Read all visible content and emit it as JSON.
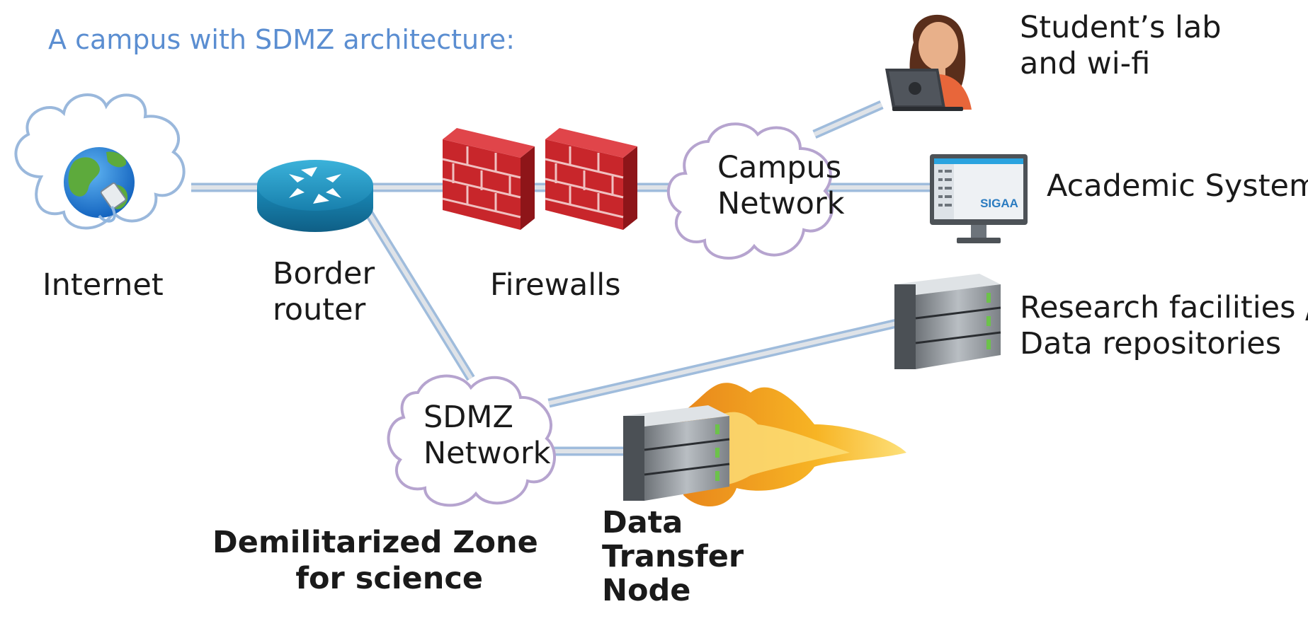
{
  "title": "A campus with SDMZ architecture:",
  "labels": {
    "internet": "Internet",
    "border_router_l1": "Border",
    "border_router_l2": "router",
    "firewalls": "Firewalls",
    "campus_l1": "Campus",
    "campus_l2": "Network",
    "student_l1": "Student’s lab",
    "student_l2": "and wi-fi",
    "academic": "Academic Systems",
    "monitor_text": "SIGAA",
    "research_l1": "Research facilities /",
    "research_l2": "Data repositories",
    "sdmz_l1": "SDMZ",
    "sdmz_l2": "Network",
    "dmz_l1": "Demilitarized Zone",
    "dmz_l2": "for science",
    "dtn_l1": "Data",
    "dtn_l2": "Transfer",
    "dtn_l3": "Node"
  },
  "colors": {
    "title": "#5b8ed1",
    "link_outer": "#9fbcdc",
    "link_inner": "#dfe3e8",
    "cloud_internet": "#9ab8dc",
    "cloud_purple": "#b6a4cf",
    "router": "#1d8ab5",
    "firewall": "#c8262b",
    "flame": "#f4a81a"
  }
}
